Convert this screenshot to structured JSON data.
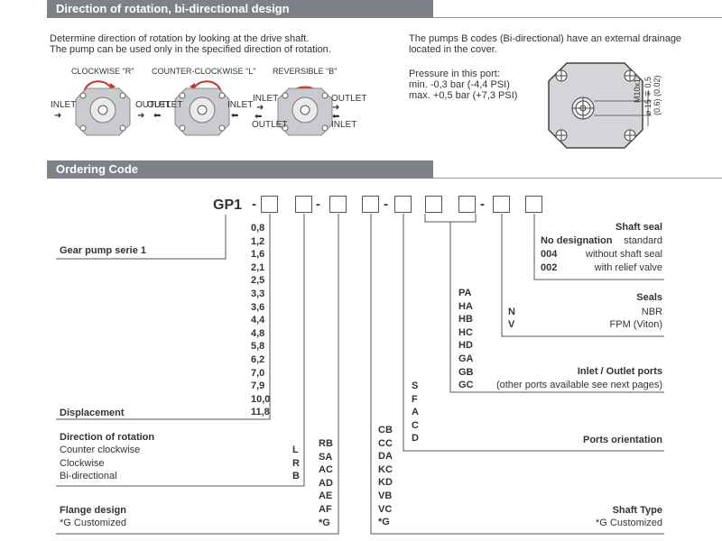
{
  "section1": {
    "title": "Direction of rotation, bi-directional design",
    "intro_line1": "Determine direction of rotation by looking at the drive shaft.",
    "intro_line2": "The pump can be used only in the specified direction of rotation.",
    "pumps": [
      {
        "caption": "CLOCKWISE \"R\"",
        "left_label": "INLET",
        "right_label": "OUTLET"
      },
      {
        "caption": "COUNTER-CLOCKWISE \"L\"",
        "left_label": "OUTLET",
        "right_label": "INLET"
      },
      {
        "caption": "REVERSIBLE \"B\"",
        "left_label_top": "INLET",
        "left_label_bottom": "OUTLET",
        "right_label_top": "OUTLET",
        "right_label_bottom": "INLET"
      }
    ],
    "drain_line1": "The pumps B codes (Bi-directional) have an external drainage",
    "drain_line2": "located in the cover.",
    "pressure_title": "Pressure in this port:",
    "pressure_min": "min. -0,3 bar (-4,4 PSI)",
    "pressure_max": "max. +0,5 bar (+7,3 PSI)",
    "dim_thread": "M10x1",
    "dim_diameter": "⌀ 15 ∓ 0,5",
    "dim_inch": "(0.6) (0.02)"
  },
  "section2": {
    "title": "Ordering Code",
    "code_prefix": "GP1",
    "displacement": {
      "label": "Gear pump serie 1",
      "footer": "Displacement",
      "values": [
        "0,8",
        "1,2",
        "1,6",
        "2,1",
        "2,5",
        "3,3",
        "3,6",
        "4,4",
        "4,8",
        "5,8",
        "6,2",
        "7,0",
        "7,9",
        "10,0",
        "11,8"
      ]
    },
    "rotation": {
      "title": "Direction of rotation",
      "items": [
        {
          "label": "Counter clockwise",
          "code": "L"
        },
        {
          "label": "Clockwise",
          "code": "R"
        },
        {
          "label": "Bi-directional",
          "code": "B"
        }
      ]
    },
    "flange": {
      "title": "Flange design",
      "note": "*G Customized",
      "codes": [
        "RB",
        "SA",
        "AC",
        "AD",
        "AE",
        "AF",
        "*G"
      ]
    },
    "shaft_type": {
      "title": "Shaft Type",
      "note": "*G Customized",
      "codes": [
        "CB",
        "CC",
        "DA",
        "KC",
        "KD",
        "VB",
        "VC",
        "*G"
      ]
    },
    "ports_orientation": {
      "title": "Ports orientation",
      "codes": [
        "S",
        "F",
        "A",
        "C",
        "D"
      ]
    },
    "ports": {
      "title": "Inlet / Outlet ports",
      "note": "(other ports available see next pages)",
      "codes": [
        "PA",
        "HA",
        "HB",
        "HC",
        "HD",
        "GA",
        "GB",
        "GC"
      ]
    },
    "seals": {
      "title": "Seals",
      "items": [
        {
          "code": "N",
          "label": "NBR"
        },
        {
          "code": "V",
          "label": "FPM (Viton)"
        }
      ]
    },
    "shaft_seal": {
      "title": "Shaft seal",
      "items": [
        {
          "code": "No designation",
          "label": "standard"
        },
        {
          "code": "004",
          "label": "without shaft seal"
        },
        {
          "code": "002",
          "label": "with relief valve"
        }
      ]
    }
  }
}
